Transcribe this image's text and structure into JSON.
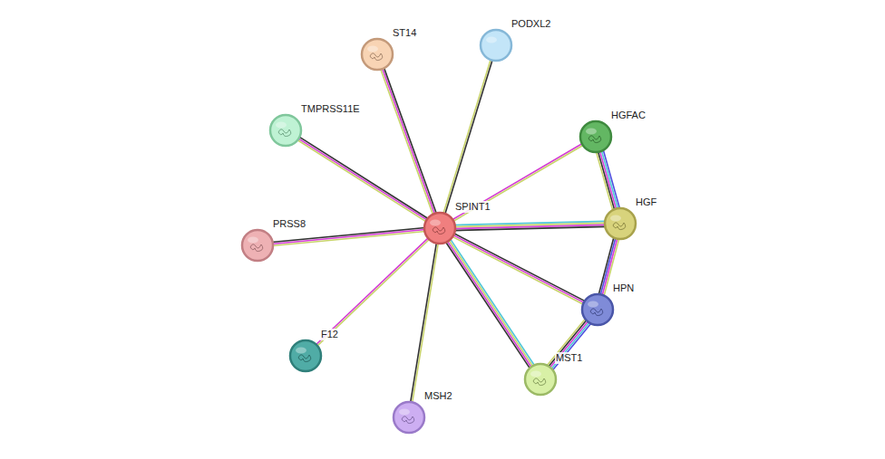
{
  "diagram": {
    "nodes": [
      {
        "text": [
          "PODXL2"
        ]
      },
      {
        "text": [
          "ST14"
        ]
      },
      {
        "text": [
          "TMPRSS11E"
        ]
      },
      {
        "text": [
          "HGFAC"
        ]
      },
      {
        "text": [
          "HGF"
        ]
      },
      {
        "text": [
          "SPINT1"
        ]
      },
      {
        "text": [
          "PRSS8"
        ]
      },
      {
        "text": [
          "HPN"
        ]
      },
      {
        "text": [
          "F12"
        ]
      },
      {
        "text": [
          "MST1"
        ]
      },
      {
        "text": [
          "MSH2"
        ]
      }
    ],
    "edges": [
      {
        "from": 5,
        "to": 1,
        "arrow": "none"
      },
      {
        "from": 5,
        "to": 0,
        "arrow": "none"
      },
      {
        "from": 5,
        "to": 2,
        "arrow": "none"
      },
      {
        "from": 5,
        "to": 3,
        "arrow": "none"
      },
      {
        "from": 5,
        "to": 4,
        "arrow": "none"
      },
      {
        "from": 5,
        "to": 6,
        "arrow": "none"
      },
      {
        "from": 5,
        "to": 7,
        "arrow": "none"
      },
      {
        "from": 5,
        "to": 8,
        "arrow": "none"
      },
      {
        "from": 5,
        "to": 9,
        "arrow": "none"
      },
      {
        "from": 5,
        "to": 10,
        "arrow": "none"
      },
      {
        "from": 3,
        "to": 4,
        "arrow": "none"
      },
      {
        "from": 4,
        "to": 7,
        "arrow": "none"
      },
      {
        "from": 7,
        "to": 9,
        "arrow": "none"
      }
    ]
  }
}
